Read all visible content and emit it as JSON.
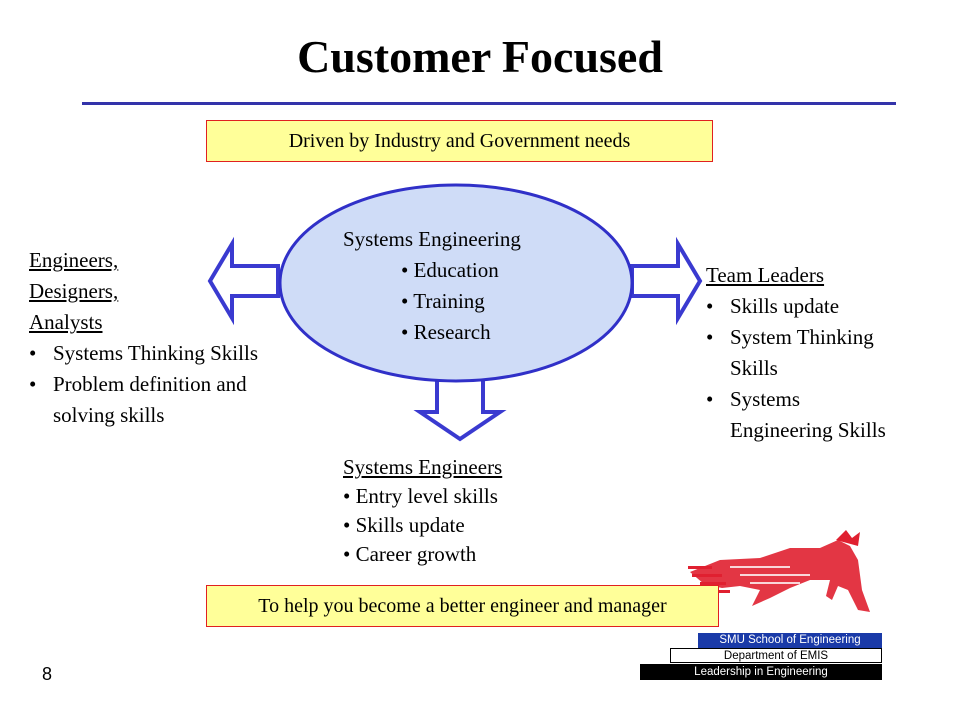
{
  "slide": {
    "title": "Customer Focused",
    "top_banner": "Driven by Industry and Government needs",
    "bottom_banner": "To help you become a better engineer and manager",
    "page_number": "8"
  },
  "center": {
    "heading": "Systems Engineering",
    "items": [
      "Education",
      "Training",
      "Research"
    ]
  },
  "left": {
    "heading_lines": [
      "Engineers,",
      "Designers,",
      "Analysts"
    ],
    "items": [
      [
        "Systems Thinking Skills"
      ],
      [
        "Problem definition and",
        "solving skills"
      ]
    ]
  },
  "right": {
    "heading": "Team Leaders",
    "items": [
      [
        "Skills update"
      ],
      [
        "System Thinking",
        "Skills"
      ],
      [
        "Systems",
        "Engineering Skills"
      ]
    ]
  },
  "bottom": {
    "heading": "Systems Engineers",
    "items": [
      "Entry level skills",
      "Skills update",
      "Career growth"
    ]
  },
  "branding": {
    "school": "SMU School of Engineering",
    "department": "Department of EMIS",
    "tagline": "Leadership in Engineering"
  },
  "colors": {
    "ellipse_fill": "#cfdcf7",
    "ellipse_stroke": "#3030c8",
    "arrow_stroke": "#3a3ad0",
    "banner_fill": "#ffff99",
    "banner_border": "#e02020",
    "logo_red": "#e02030"
  },
  "icons": {
    "logo": "mustang-logo-icon"
  }
}
